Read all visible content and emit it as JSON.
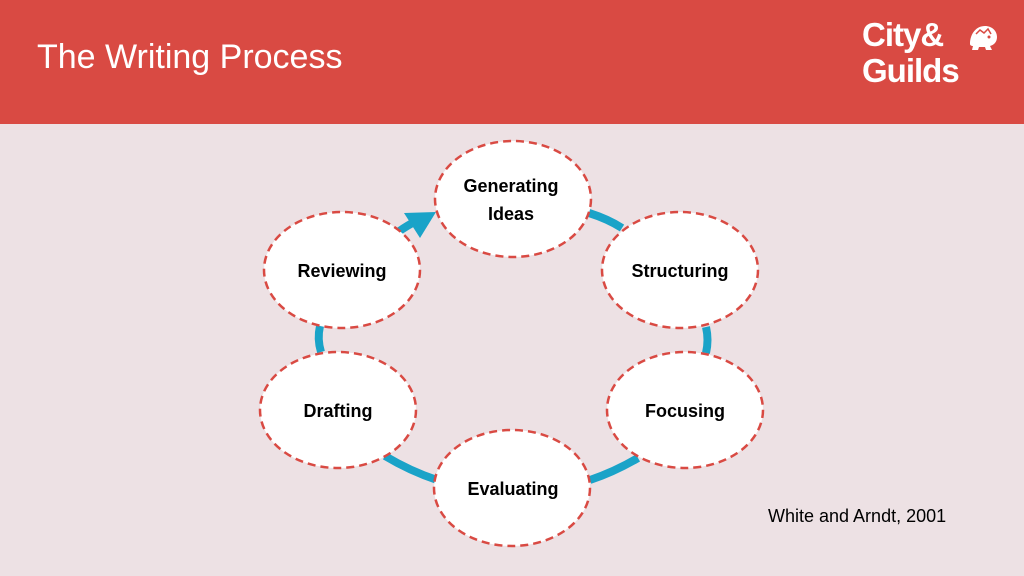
{
  "header": {
    "title": "The Writing Process",
    "logo_line1": "City&",
    "logo_line2": "Guilds",
    "background_color": "#d94a43"
  },
  "diagram": {
    "type": "cycle",
    "nodes": [
      {
        "label_line1": "Generating",
        "label_line2": "Ideas"
      },
      {
        "label": "Structuring"
      },
      {
        "label": "Focusing"
      },
      {
        "label": "Evaluating"
      },
      {
        "label": "Drafting"
      },
      {
        "label": "Reviewing"
      }
    ],
    "arrow_color": "#1aa3c8",
    "node_border_color": "#d94a43"
  },
  "citation": "White and Arndt, 2001",
  "icons": [
    "lion-icon"
  ]
}
